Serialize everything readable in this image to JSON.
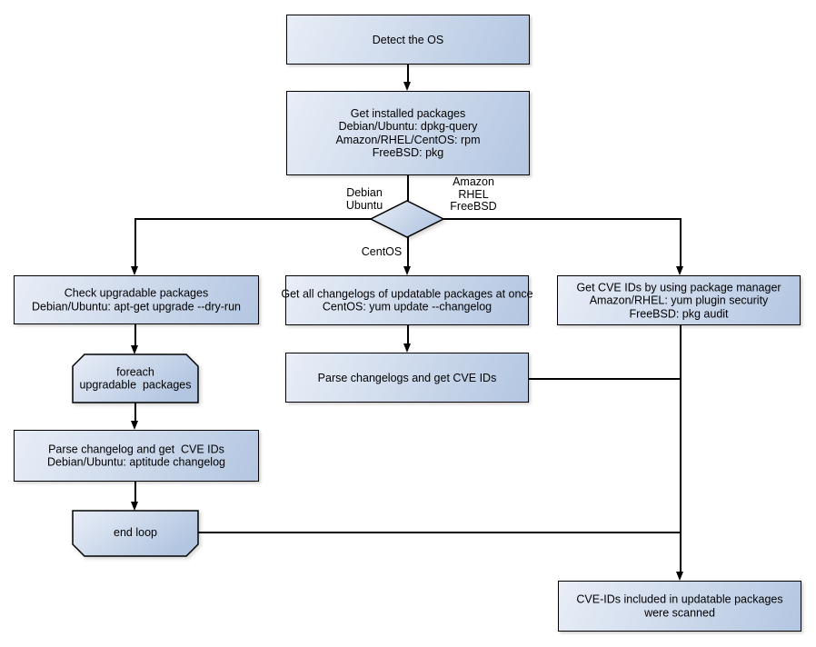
{
  "style": {
    "node_fill_light": "#e9eef7",
    "node_fill_dark": "#b3c6e1",
    "node_border": "#000000",
    "line_color": "#000000",
    "text_color": "#000000",
    "bg": "#ffffff"
  },
  "nodes": {
    "detect_os": {
      "lines": [
        "Detect the OS"
      ]
    },
    "get_installed": {
      "lines": [
        "Get installed packages",
        "Debian/Ubuntu: dpkg-query",
        "Amazon/RHEL/CentOS: rpm",
        "FreeBSD: pkg"
      ]
    },
    "check_upgradable": {
      "lines": [
        "Check upgradable packages",
        "Debian/Ubuntu: apt-get upgrade --dry-run"
      ]
    },
    "foreach_loop": {
      "lines": [
        "foreach",
        "upgradable  packages"
      ]
    },
    "parse_changelog": {
      "lines": [
        "Parse changelog and get  CVE IDs",
        "Debian/Ubuntu: aptitude changelog"
      ]
    },
    "end_loop": {
      "lines": [
        "end loop"
      ]
    },
    "get_changelogs": {
      "lines": [
        "Get all changelogs of updatable packages at once",
        "CentOS: yum update --changelog"
      ]
    },
    "parse_changelogs": {
      "lines": [
        "Parse changelogs and get CVE IDs"
      ]
    },
    "get_cve_ids": {
      "lines": [
        "Get CVE IDs by using package manager",
        "Amazon/RHEL: yum plugin security",
        "FreeBSD: pkg audit"
      ]
    },
    "scanned": {
      "lines": [
        "CVE-IDs included in updatable packages",
        "were scanned"
      ]
    }
  },
  "edge_labels": {
    "debian_ubuntu": {
      "lines": [
        "Debian",
        "Ubuntu"
      ]
    },
    "amazon_rhel_freebsd": {
      "lines": [
        "Amazon",
        "RHEL",
        "FreeBSD"
      ]
    },
    "centos": {
      "lines": [
        "CentOS"
      ]
    }
  }
}
